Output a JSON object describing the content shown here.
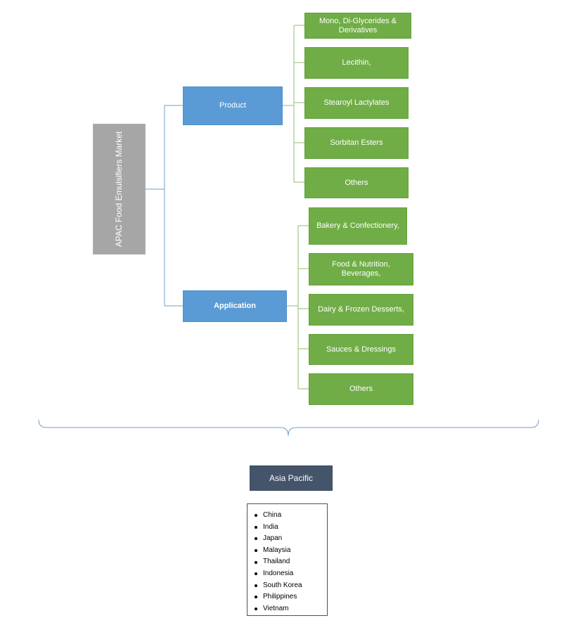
{
  "root": {
    "label": "APAC Food Emulsifiers Market"
  },
  "segments": [
    {
      "label": "Product",
      "items": [
        "Mono, Di-Glycerides & Derivatives",
        "Lecithin,",
        "Stearoyl Lactylates",
        "Sorbitan Esters",
        "Others"
      ]
    },
    {
      "label": "Application",
      "items": [
        "Bakery & Confectionery,",
        "Food & Nutrition, Beverages,",
        "Dairy & Frozen Desserts,",
        "Sauces & Dressings",
        "Others"
      ]
    }
  ],
  "region": {
    "label": "Asia Pacific",
    "countries": [
      "China",
      "India",
      "Japan",
      "Malaysia",
      "Thailand",
      "Indonesia",
      "South Korea",
      "Philippines",
      "Vietnam"
    ]
  },
  "colors": {
    "root": "#a6a6a6",
    "segment": "#5b9bd5",
    "item": "#70ad47",
    "region": "#44546a",
    "connector": "#7f9fc0"
  }
}
